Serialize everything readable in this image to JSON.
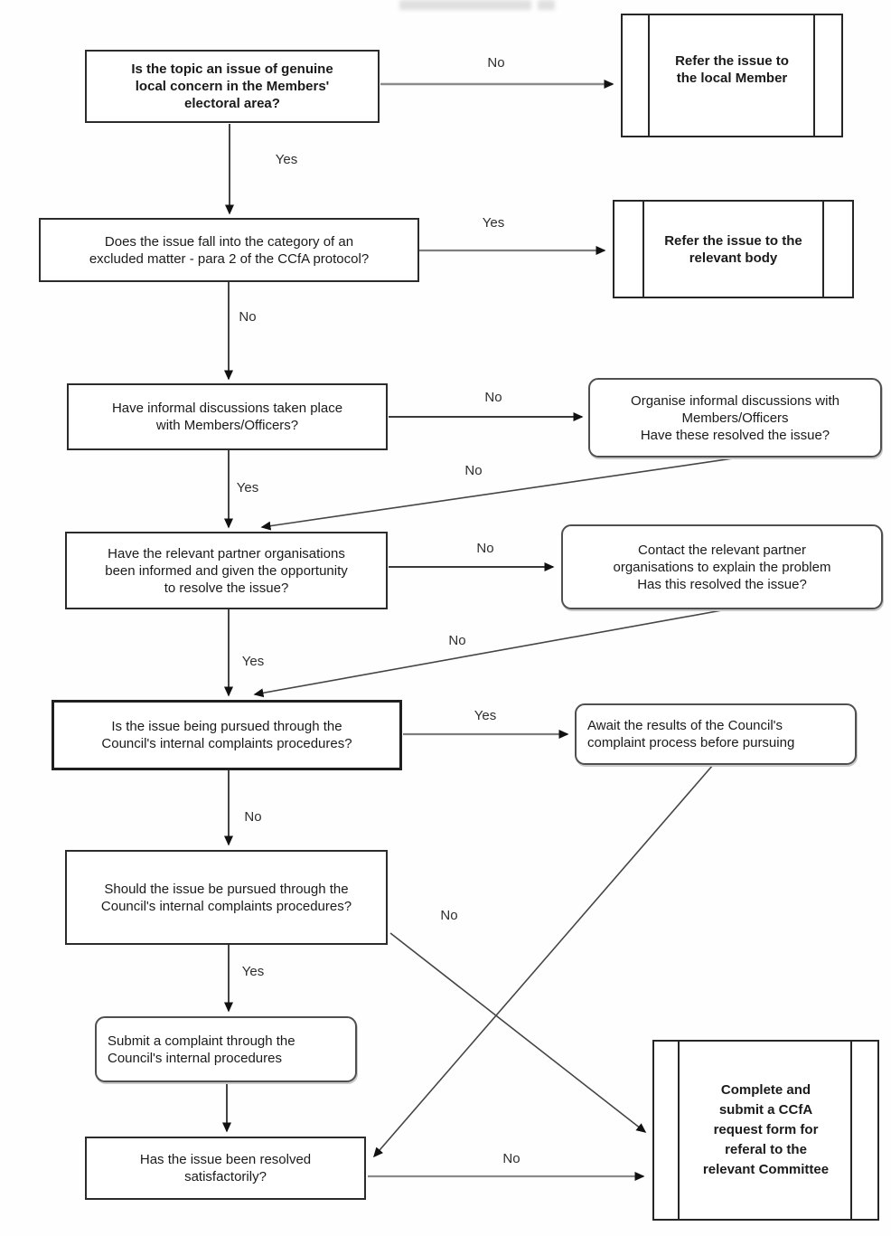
{
  "flowchart": {
    "nodes": {
      "q1": [
        "Is the topic an issue of genuine",
        "local concern in the Members'",
        "electoral area?"
      ],
      "p1": [
        "Refer the issue to",
        "the local Member"
      ],
      "q2": [
        "Does the issue fall into the category of an",
        "excluded matter - para 2 of the CCfA protocol?"
      ],
      "p2": [
        "Refer the issue to the",
        "relevant body"
      ],
      "q3": [
        "Have informal discussions taken place",
        "with Members/Officers?"
      ],
      "r1": [
        "Organise informal discussions with",
        "Members/Officers",
        "Have these resolved the issue?"
      ],
      "q4": [
        "Have the relevant partner organisations",
        "been informed and given the opportunity",
        "to resolve the issue?"
      ],
      "r2": [
        "Contact the relevant partner",
        "organisations to explain the problem",
        "Has this resolved the issue?"
      ],
      "q5": [
        "Is the issue being pursued through the",
        "Council's internal complaints procedures?"
      ],
      "r3": [
        "Await the results of the Council's",
        "complaint process before pursuing"
      ],
      "q6": [
        "Should the issue be pursued through the",
        "Council's internal complaints procedures?"
      ],
      "r4": [
        "Submit a complaint through the",
        "Council's internal procedures"
      ],
      "q7": [
        "Has the issue been resolved",
        "satisfactorily?"
      ],
      "p3": [
        "Complete and",
        "submit a CCfA",
        "request form for",
        "referal to the",
        "relevant Committee"
      ]
    },
    "labels": {
      "q1_no": "No",
      "q1_yes": "Yes",
      "q2_yes": "Yes",
      "q2_no": "No",
      "q3_no": "No",
      "r1_no": "No",
      "q3_yes": "Yes",
      "q4_no": "No",
      "r2_no": "No",
      "q4_yes": "Yes",
      "q5_yes": "Yes",
      "q5_no": "No",
      "q6_no": "No",
      "q6_yes": "Yes",
      "q7_no": "No"
    },
    "colors": {
      "box_border": "#2b2b2b",
      "round_border": "#4f4f4f",
      "line_gray": "#8a8a8a",
      "line_dark": "#2f2f2f",
      "arrowhead": "#111111",
      "text": "#1a1a1a"
    }
  }
}
